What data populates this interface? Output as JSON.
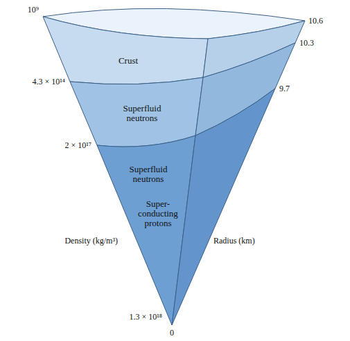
{
  "diagram": {
    "nodes": [
      {
        "text": [
          "Crust"
        ]
      },
      {
        "text": [
          "Superfluid neutrons"
        ]
      },
      {
        "text": [
          "Superfluid neutrons",
          "Super- conducting protons"
        ]
      }
    ],
    "labels": [
      "10⁹",
      "4.3 × 10¹⁴",
      "2 × 10¹⁷",
      "Density (kg/m³)",
      "1.3 × 10¹⁸",
      "10.6",
      "10.3",
      "9.7",
      "Radius (km)",
      "0"
    ]
  }
}
